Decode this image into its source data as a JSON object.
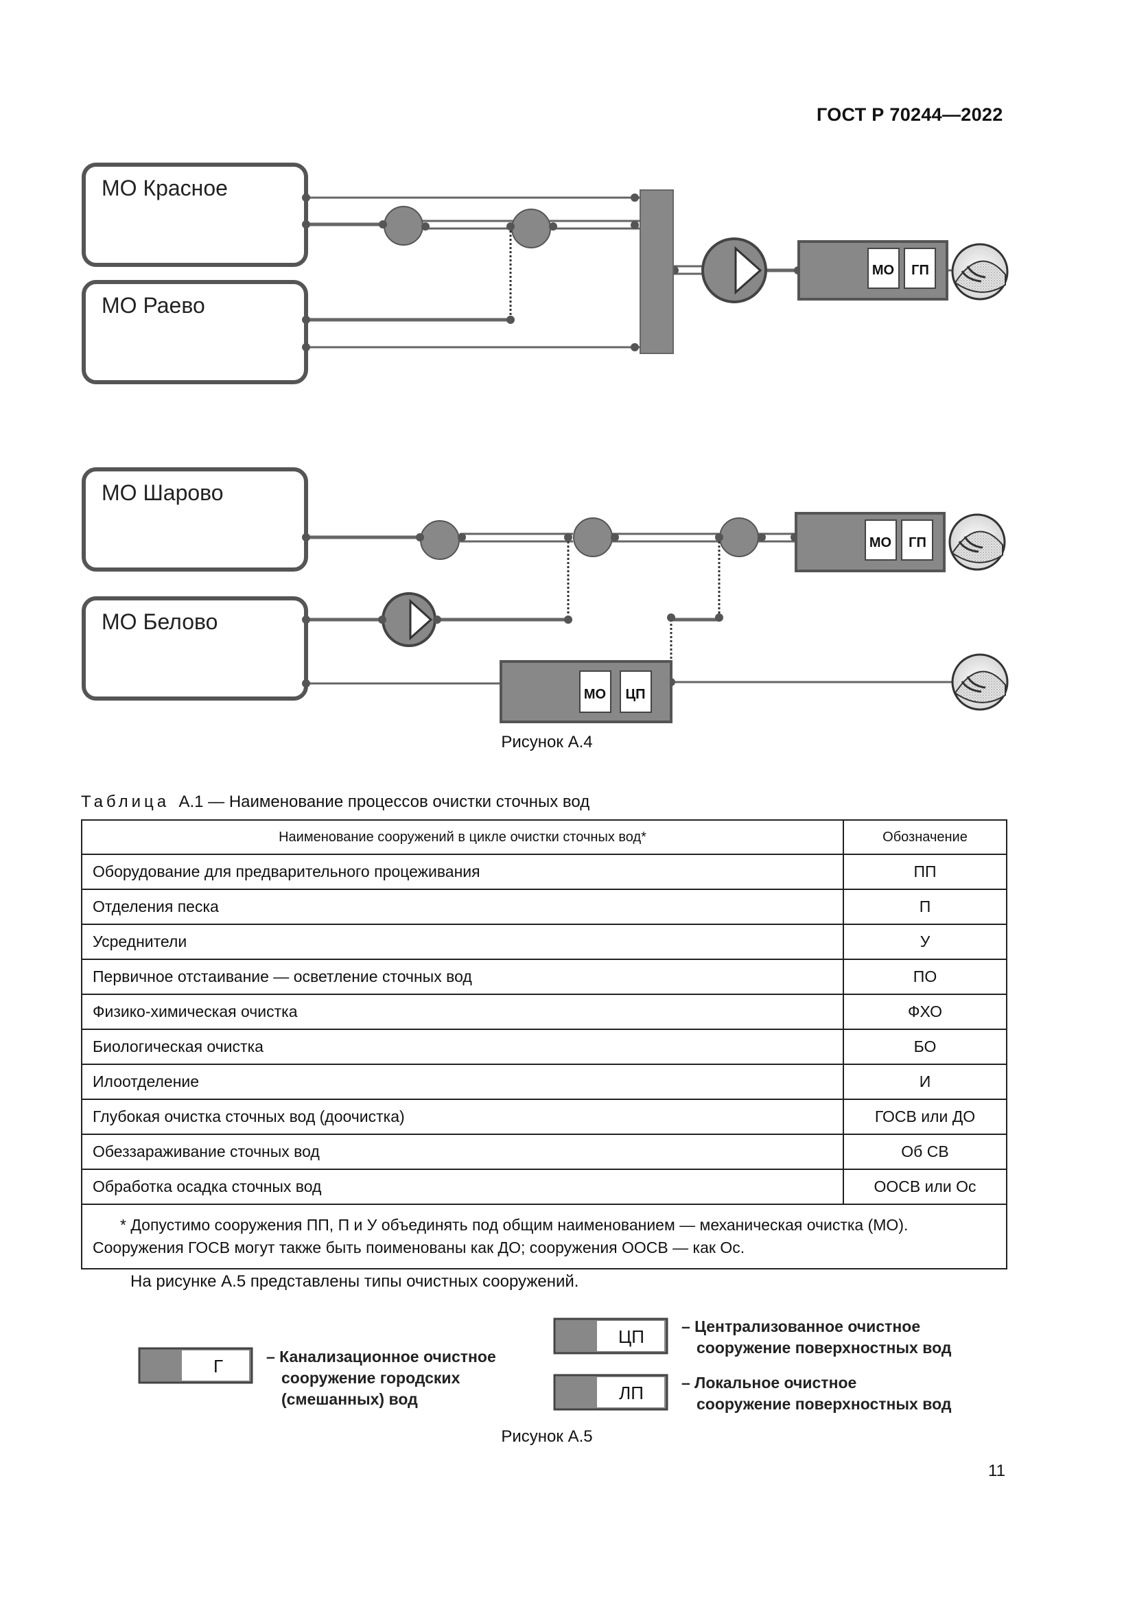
{
  "header": {
    "standard": "ГОСТ Р 70244—2022"
  },
  "figure_a4": {
    "boxes": {
      "krasnoe": "МО Красное",
      "raevo": "МО Раево",
      "sharovo": "МО Шарово",
      "belovo": "МО Белово"
    },
    "plant_tags": {
      "mo": "МО",
      "gp": "ГП",
      "cp": "ЦП"
    },
    "caption": "Рисунок А.4"
  },
  "table": {
    "title_prefix": "Таблица",
    "title_rest": "А.1 — Наименование процессов очистки сточных вод",
    "headers": [
      "Наименование сооружений в цикле очистки сточных вод*",
      "Обозначение"
    ],
    "rows": [
      {
        "name": "Оборудование для предварительного процеживания",
        "code": "ПП"
      },
      {
        "name": "Отделения песка",
        "code": "П"
      },
      {
        "name": "Усреднители",
        "code": "У"
      },
      {
        "name": "Первичное отстаивание — осветление сточных вод",
        "code": "ПО"
      },
      {
        "name": "Физико-химическая очистка",
        "code": "ФХО"
      },
      {
        "name": "Биологическая очистка",
        "code": "БО"
      },
      {
        "name": "Илоотделение",
        "code": "И"
      },
      {
        "name": "Глубокая очистка сточных вод (доочистка)",
        "code": "ГОСВ или ДО"
      },
      {
        "name": "Обеззараживание сточных вод",
        "code": "Об СВ"
      },
      {
        "name": "Обработка осадка сточных вод",
        "code": "ООСВ или Ос"
      }
    ],
    "note_line1": "*   Допустимо сооружения ПП, П и У объединять под общим наименованием — механическая очистка (МО).",
    "note_line2": "Сооружения ГОСВ могут также быть поименованы как ДО; сооружения ООСВ — как Ос."
  },
  "paragraph": "На рисунке А.5 представлены типы очистных сооружений.",
  "figure_a5": {
    "legend": [
      {
        "tag": "Г",
        "lines": [
          "– Канализационное очистное",
          "сооружение городских",
          "(смешанных) вод"
        ]
      },
      {
        "tag": "ЦП",
        "lines": [
          "– Централизованное очистное",
          "сооружение поверхностных вод"
        ]
      },
      {
        "tag": "ЛП",
        "lines": [
          "– Локальное очистное",
          "сооружение поверхностных вод"
        ]
      }
    ],
    "caption": "Рисунок А.5"
  },
  "page_number": "11"
}
